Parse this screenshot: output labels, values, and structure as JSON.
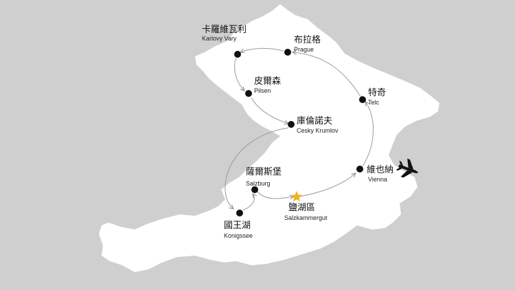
{
  "colors": {
    "background": "#cfcfcf",
    "land": "#ffffff",
    "route": "#9a9a9a",
    "dot": "#111111",
    "star": "#f2b01e"
  },
  "cities": [
    {
      "id": "karlovy-vary",
      "zh": "卡羅維瓦利",
      "en": "Karlovy Vary"
    },
    {
      "id": "prague",
      "zh": "布拉格",
      "en": "Prague"
    },
    {
      "id": "pilsen",
      "zh": "皮爾森",
      "en": "Pilsen"
    },
    {
      "id": "cesky-krumlov",
      "zh": "庫倫諾夫",
      "en": "Cesky Krumlov"
    },
    {
      "id": "telc",
      "zh": "特奇",
      "en": "Telc"
    },
    {
      "id": "vienna",
      "zh": "維也納",
      "en": "Vienna"
    },
    {
      "id": "salzburg",
      "zh": "薩爾斯堡",
      "en": "Salzburg"
    },
    {
      "id": "salzkammergut",
      "zh": "鹽湖區",
      "en": "Salzkammergut"
    },
    {
      "id": "konigssee",
      "zh": "國王湖",
      "en": "Konigssee"
    }
  ],
  "icons": {
    "airport": "airplane-icon",
    "marker": "star-icon"
  }
}
